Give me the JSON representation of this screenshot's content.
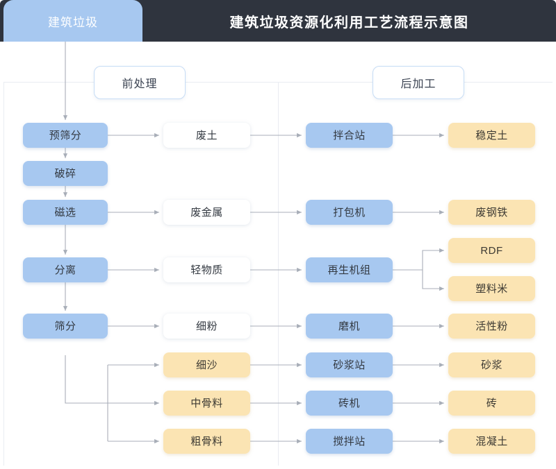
{
  "header": {
    "source_tab": "建筑垃圾",
    "title": "建筑垃圾资源化利用工艺流程示意图",
    "tab_color": "#a7c8f0",
    "bar_color": "#2f343e"
  },
  "stages": [
    {
      "id": "pre",
      "label": "前处理"
    },
    {
      "id": "post",
      "label": "后加工"
    }
  ],
  "palette": {
    "process_blue": "#a7c8f0",
    "material_white": "#ffffff",
    "product_yellow": "#fbe4b3",
    "line": "#a8aeb8",
    "frame": "#e9ecf2"
  },
  "columns": {
    "process": [
      {
        "label": "预筛分"
      },
      {
        "label": "破碎"
      },
      {
        "label": "磁选"
      },
      {
        "label": "分离"
      },
      {
        "label": "筛分"
      }
    ],
    "intermediate": [
      {
        "label": "废土",
        "kind": "white"
      },
      {
        "label": "废金属",
        "kind": "white"
      },
      {
        "label": "轻物质",
        "kind": "white"
      },
      {
        "label": "细粉",
        "kind": "white"
      },
      {
        "label": "细沙",
        "kind": "yellow"
      },
      {
        "label": "中骨料",
        "kind": "yellow"
      },
      {
        "label": "粗骨料",
        "kind": "yellow"
      }
    ],
    "equipment": [
      {
        "label": "拌合站"
      },
      {
        "label": "打包机"
      },
      {
        "label": "再生机组"
      },
      {
        "label": "磨机"
      },
      {
        "label": "砂浆站"
      },
      {
        "label": "砖机"
      },
      {
        "label": "搅拌站"
      }
    ],
    "product": [
      {
        "label": "稳定土"
      },
      {
        "label": "废钢铁"
      },
      {
        "label": "RDF"
      },
      {
        "label": "塑料米"
      },
      {
        "label": "活性粉"
      },
      {
        "label": "砂浆"
      },
      {
        "label": "砖"
      },
      {
        "label": "混凝土"
      }
    ]
  }
}
